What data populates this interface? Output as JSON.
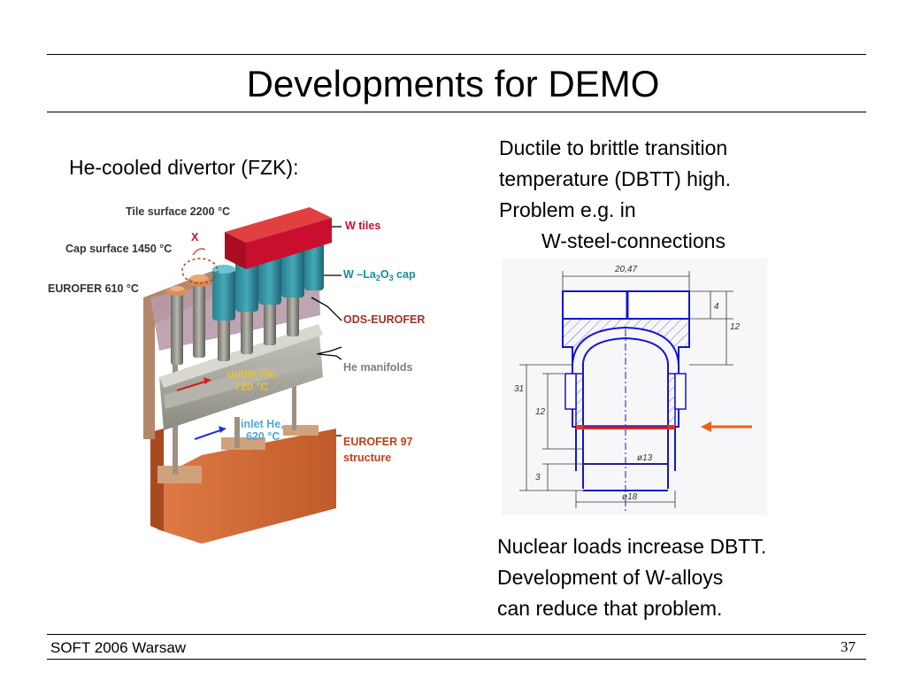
{
  "slide": {
    "title": "Developments for DEMO",
    "footer": "SOFT 2006 Warsaw",
    "page_number": "37"
  },
  "left": {
    "heading": "He-cooled divertor (FZK):",
    "diagram": {
      "tile_surface": "Tile surface 2200 °C",
      "x_mark": "X",
      "cap_surface": "Cap surface 1450 °C",
      "eurofer_temp": "EUROFER  610 °C",
      "w_tiles": "W tiles",
      "w_cap_prefix": "W –La",
      "w_cap_sub1": "2",
      "w_cap_mid": "O",
      "w_cap_sub2": "3",
      "w_cap_suffix": " cap",
      "ods_eurofer": "ODS-EUROFER",
      "he_manifolds": "He manifolds",
      "outlet_line1": "outlet He,",
      "outlet_line2": "720 °C",
      "inlet_line1": "inlet He,",
      "inlet_line2": "620 °C",
      "eurofer97_line1": "EUROFER 97",
      "eurofer97_line2": "structure",
      "colors": {
        "w_tiles": "#c8102e",
        "w_cap": "#1a8aa0",
        "ods": "#a0302a",
        "manifolds": "#808080",
        "eurofer97": "#c0401a",
        "outlet": "#e8c030",
        "inlet": "#4ea8e0"
      }
    }
  },
  "right": {
    "top_lines": [
      "Ductile to brittle transition",
      "temperature (DBTT) high.",
      "Problem e.g. in"
    ],
    "top_indent_line": "W-steel-connections",
    "drawing": {
      "dim_top": "20,47",
      "dim_4": "4",
      "dim_12_right": "12",
      "dim_31": "31",
      "dim_12_left": "12",
      "dim_3": "3",
      "dim_d13": "ø13",
      "dim_d18": "ø18",
      "colors": {
        "outline": "#1414d0",
        "joint": "#e03020",
        "arrow": "#f06010"
      }
    },
    "bottom_lines": [
      "Nuclear loads increase DBTT.",
      "Development of W-alloys",
      "can reduce that problem."
    ]
  }
}
